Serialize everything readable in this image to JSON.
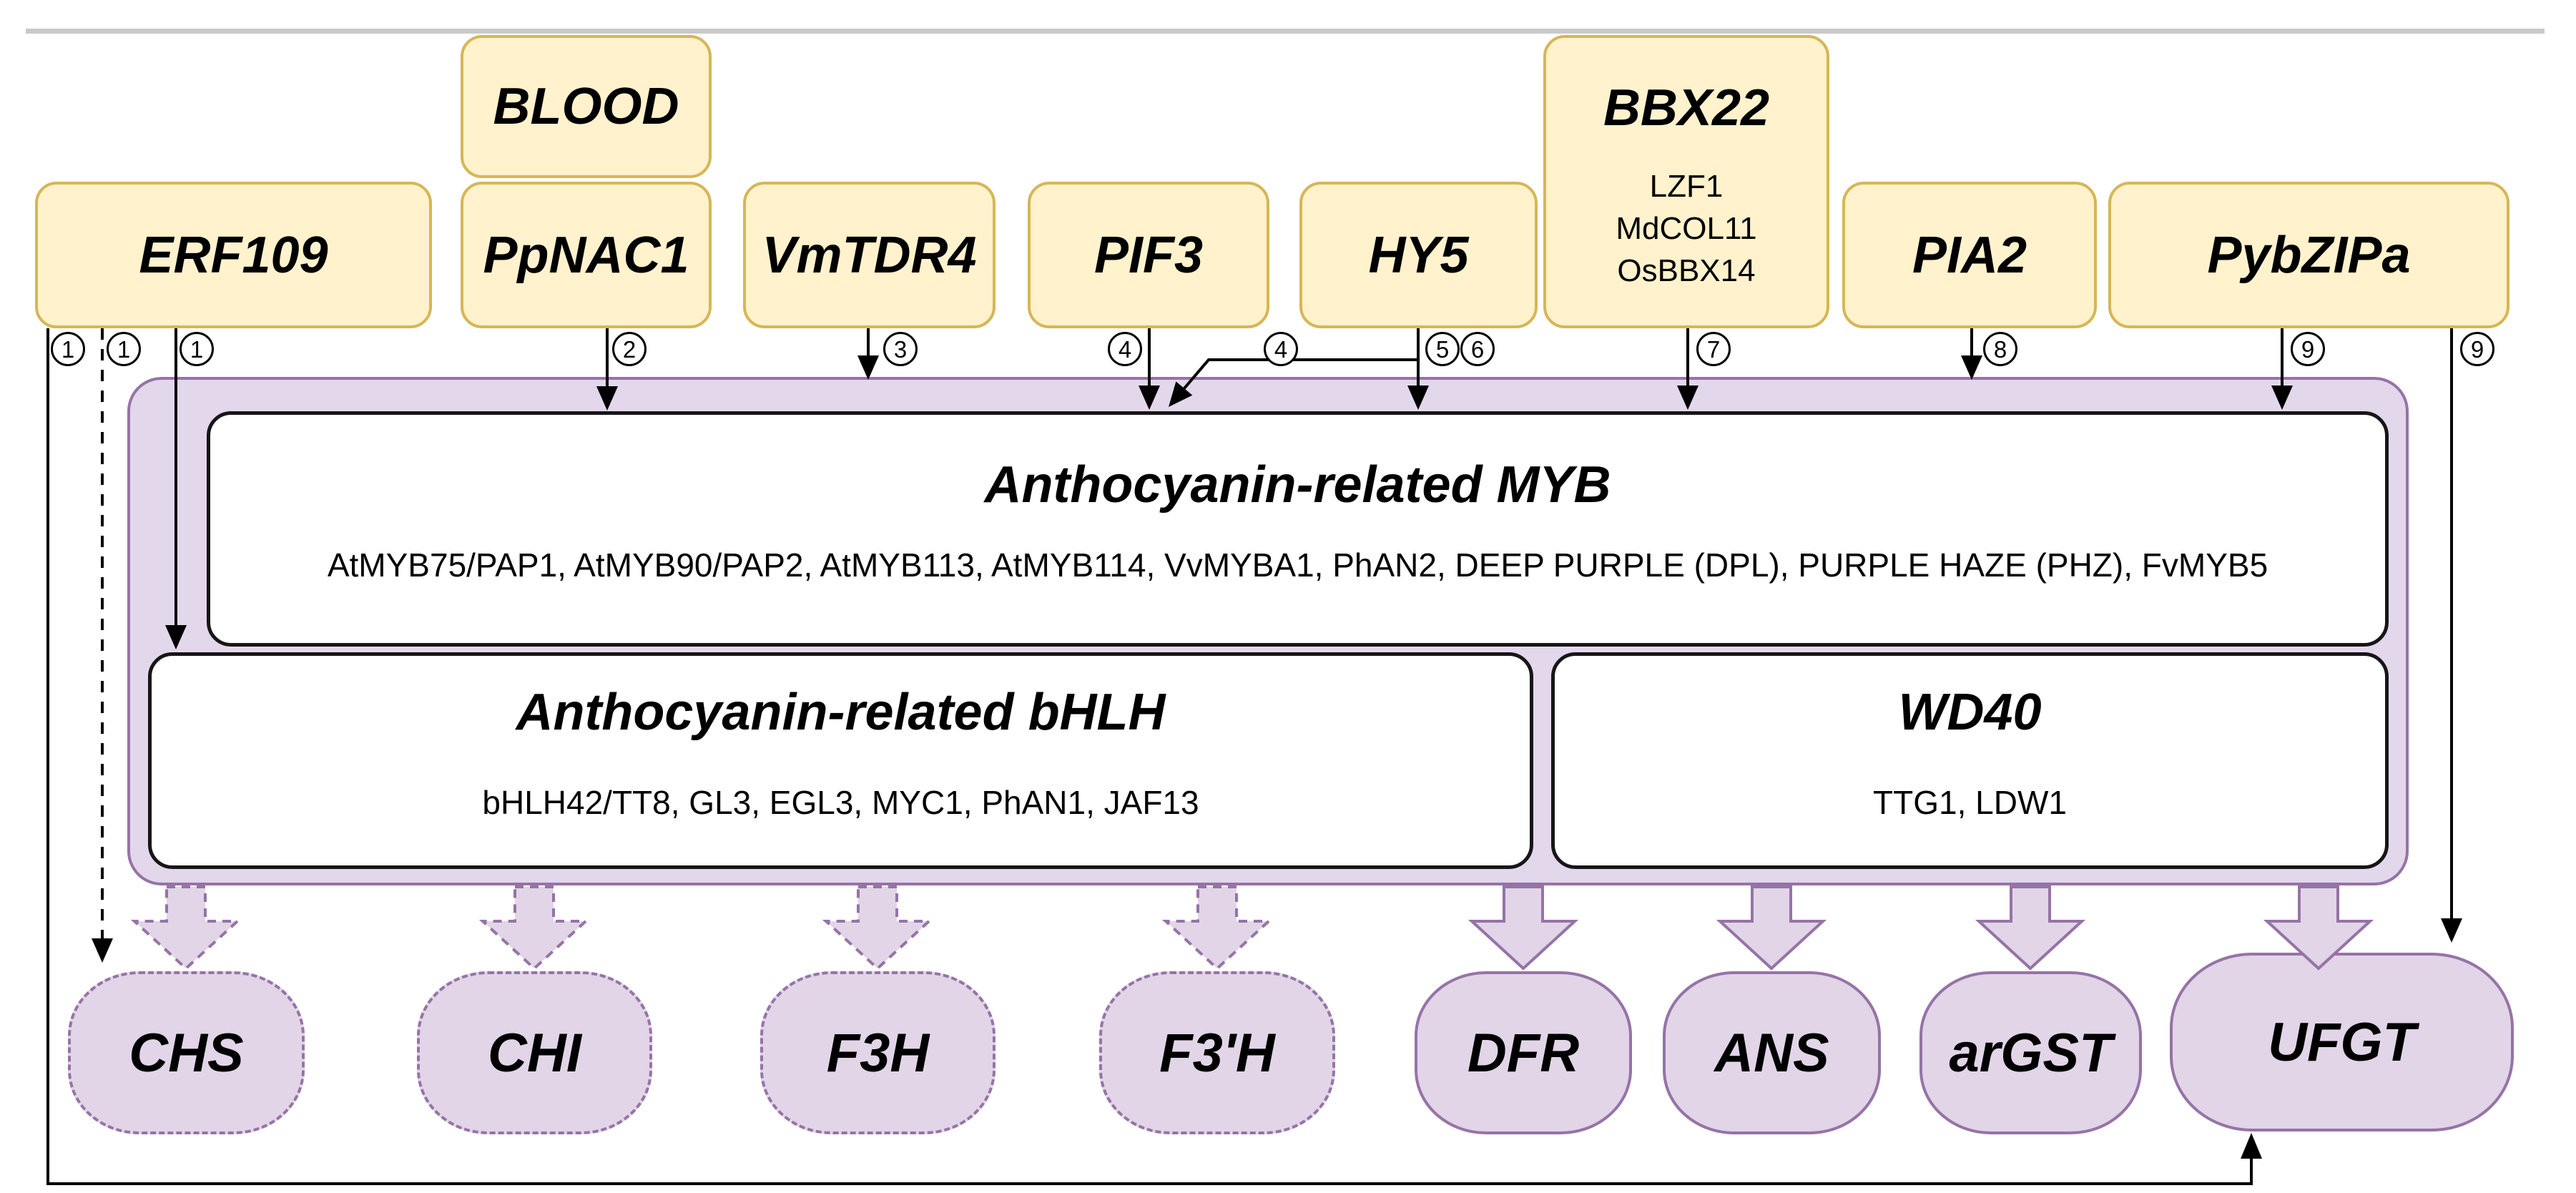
{
  "colors": {
    "factor_fill": "#FFF2CC",
    "factor_border": "#D6B656",
    "complex_fill": "#E3D7EC",
    "gene_fill": "#E1D5E7",
    "purple_border": "#9673A6",
    "box_border_dark": "#161616",
    "arrow_black": "#000000",
    "divider_gray": "#C9C9C9"
  },
  "factors": {
    "erf109": "ERF109",
    "blood": "BLOOD",
    "ppnac1": "PpNAC1",
    "vmtdr4": "VmTDR4",
    "pif3": "PIF3",
    "hy5": "HY5",
    "bbx22": "BBX22",
    "bbx22_members": [
      "LZF1",
      "MdCOL11",
      "OsBBX14"
    ],
    "pia2": "PIA2",
    "pybzipa": "PybZIPa"
  },
  "complex": {
    "myb_title": "Anthocyanin-related MYB",
    "myb_members": "AtMYB75/PAP1, AtMYB90/PAP2, AtMYB113, AtMYB114, VvMYBA1, PhAN2, DEEP PURPLE (DPL), PURPLE HAZE (PHZ), FvMYB5",
    "bhlh_title": "Anthocyanin-related bHLH",
    "bhlh_members": "bHLH42/TT8, GL3, EGL3, MYC1, PhAN1, JAF13",
    "wd40_title": "WD40",
    "wd40_members": "TTG1, LDW1"
  },
  "genes": {
    "chs": "CHS",
    "chi": "CHI",
    "f3h": "F3H",
    "f3ph": "F3'H",
    "dfr": "DFR",
    "ans": "ANS",
    "argst": "arGST",
    "ufgt": "UFGT"
  },
  "refs": {
    "r1a": "1",
    "r1b": "1",
    "r1c": "1",
    "r2": "2",
    "r3": "3",
    "r4a": "4",
    "r4b": "4",
    "r5": "5",
    "r6": "6",
    "r7": "7",
    "r8": "8",
    "r9a": "9",
    "r9b": "9"
  }
}
